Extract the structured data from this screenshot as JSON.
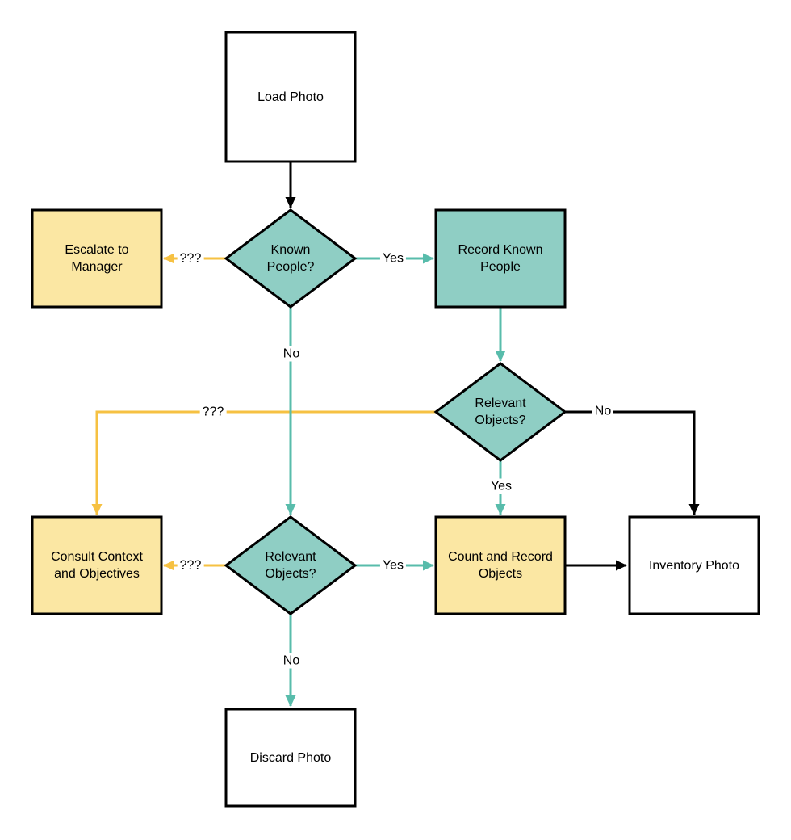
{
  "colors": {
    "teal_fill": "#8FCEC4",
    "teal_line": "#58BCAB",
    "yellow_fill": "#FBE7A3",
    "yellow_line": "#F6C142",
    "line_black": "#000000"
  },
  "nodes": {
    "load_photo": {
      "label": "Load Photo"
    },
    "known_people": {
      "label": "Known\nPeople?"
    },
    "escalate_manager": {
      "label": "Escalate to\nManager"
    },
    "record_known_people": {
      "label": "Record Known\nPeople"
    },
    "relevant_objects_top": {
      "label": "Relevant\nObjects?"
    },
    "consult_context": {
      "label": "Consult Context\nand Objectives"
    },
    "relevant_objects_bottom": {
      "label": "Relevant\nObjects?"
    },
    "count_record_objects": {
      "label": "Count and Record\nObjects"
    },
    "inventory_photo": {
      "label": "Inventory Photo"
    },
    "discard_photo": {
      "label": "Discard Photo"
    }
  },
  "edge_labels": {
    "known_to_escalate": "???",
    "known_to_record": "Yes",
    "known_to_relevant_bottom": "No",
    "relevant_top_to_consult": "???",
    "relevant_top_to_inventory": "No",
    "relevant_top_to_count": "Yes",
    "relevant_bottom_to_consult": "???",
    "relevant_bottom_to_count": "Yes",
    "relevant_bottom_to_discard": "No"
  }
}
